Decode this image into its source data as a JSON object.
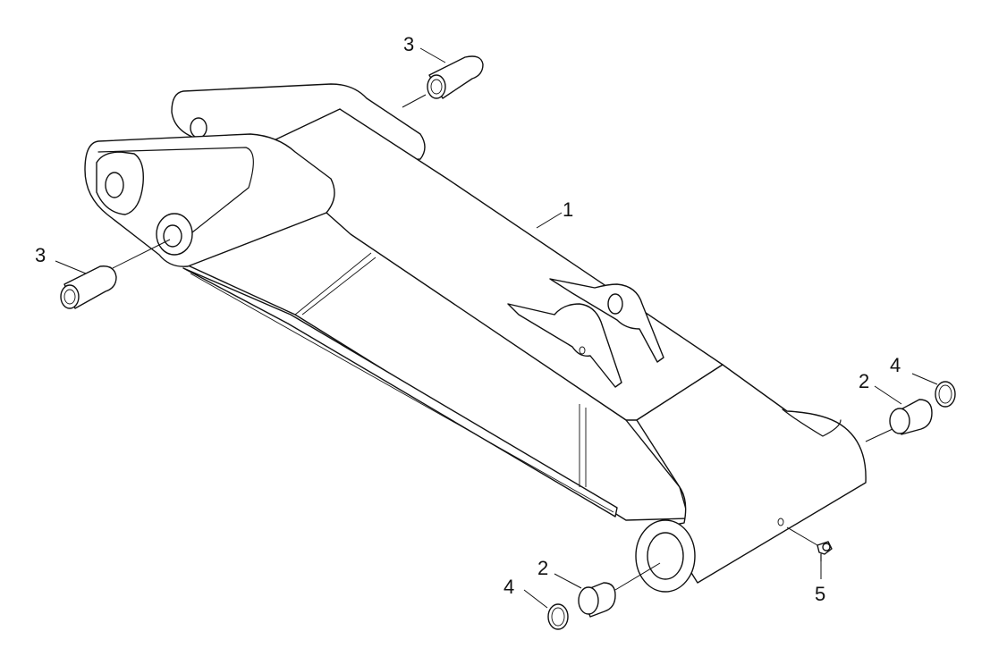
{
  "diagram": {
    "callouts": {
      "c1": "1",
      "c2a": "2",
      "c2b": "2",
      "c3a": "3",
      "c3b": "3",
      "c4a": "4",
      "c4b": "4",
      "c5": "5"
    }
  }
}
